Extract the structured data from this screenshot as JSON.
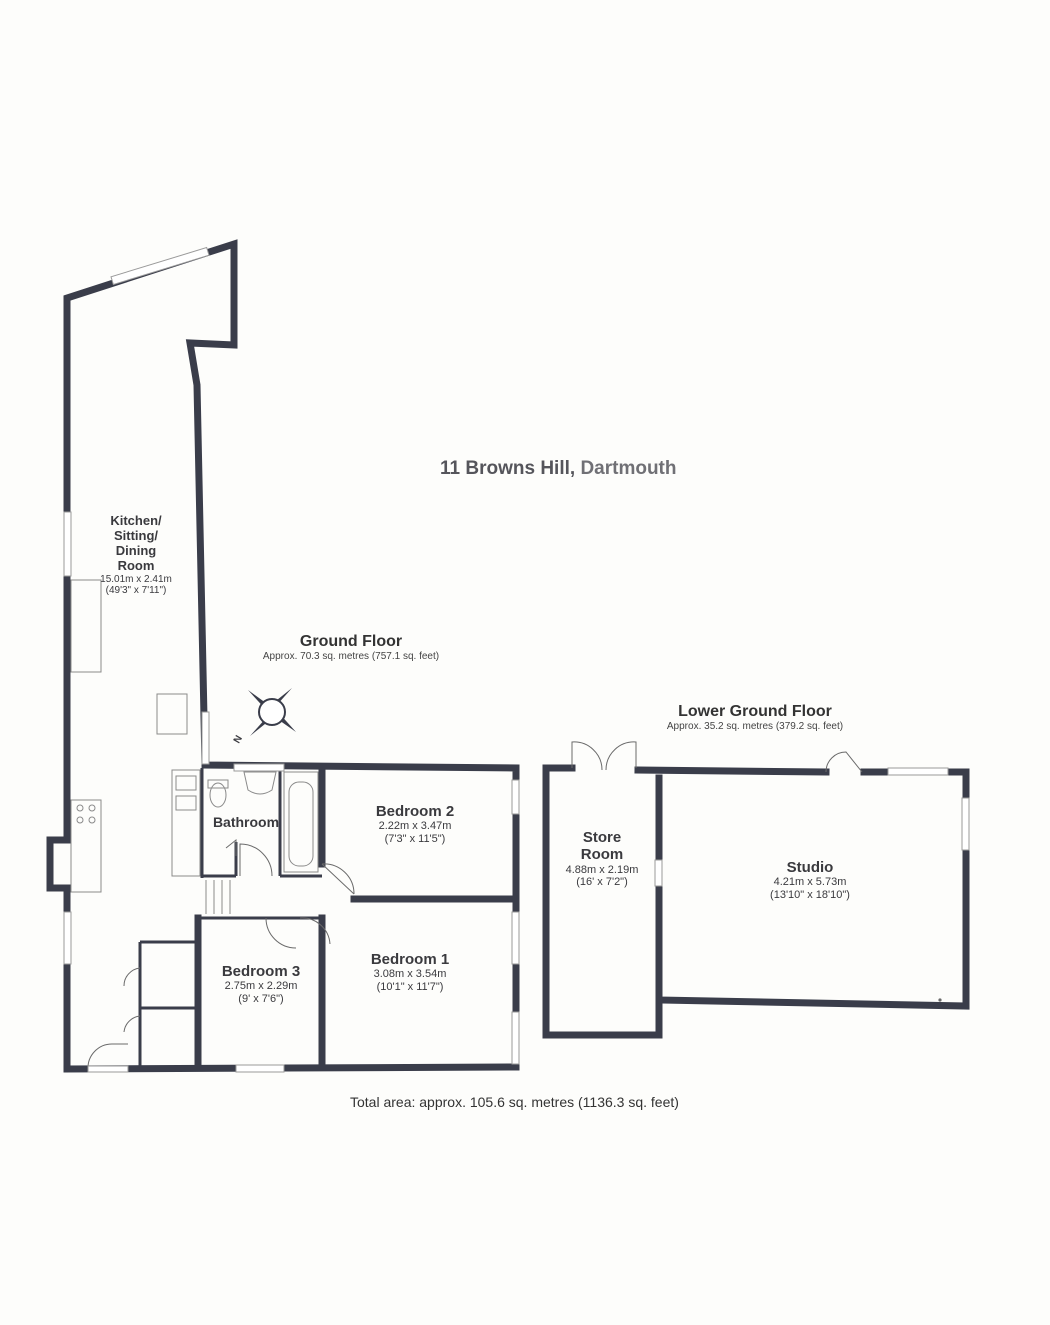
{
  "title": {
    "main": "11 Browns Hill,",
    "town": "Dartmouth"
  },
  "floors": [
    {
      "name": "Ground Floor",
      "area": "Approx. 70.3 sq. metres (757.1 sq. feet)"
    },
    {
      "name": "Lower Ground Floor",
      "area": "Approx. 35.2 sq. metres (379.2 sq. feet)"
    }
  ],
  "rooms": {
    "kitchen": {
      "name_lines": [
        "Kitchen/",
        "Sitting/",
        "Dining",
        "Room"
      ],
      "metric": "15.01m x 2.41m",
      "imperial": "(49'3\" x 7'11\")"
    },
    "bathroom": {
      "name": "Bathroom"
    },
    "bedroom2": {
      "name": "Bedroom 2",
      "metric": "2.22m x 3.47m",
      "imperial": "(7'3\" x 11'5\")"
    },
    "bedroom1": {
      "name": "Bedroom 1",
      "metric": "3.08m x 3.54m",
      "imperial": "(10'1\" x 11'7\")"
    },
    "bedroom3": {
      "name": "Bedroom 3",
      "metric": "2.75m x 2.29m",
      "imperial": "(9' x 7'6\")"
    },
    "store": {
      "name_lines": [
        "Store",
        "Room"
      ],
      "metric": "4.88m x 2.19m",
      "imperial": "(16' x 7'2\")"
    },
    "studio": {
      "name": "Studio",
      "metric": "4.21m x 5.73m",
      "imperial": "(13'10\" x 18'10\")"
    }
  },
  "compass": {
    "letter": "N"
  },
  "total_area": "Total area: approx. 105.6 sq. metres (1136.3 sq. feet)"
}
